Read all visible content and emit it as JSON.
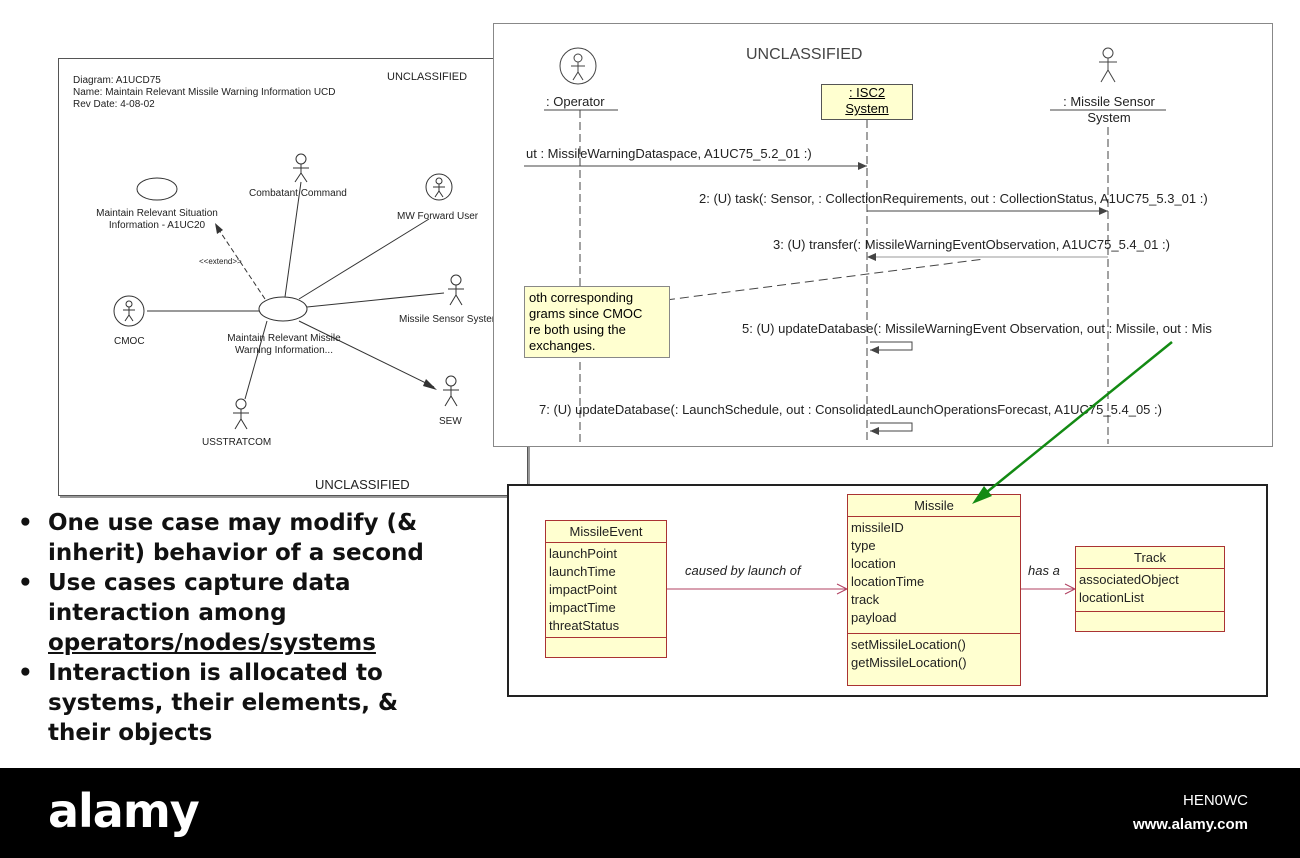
{
  "ucd": {
    "header": [
      "Diagram: A1UCD75",
      "Name: Maintain Relevant Missile Warning Information UCD",
      "Rev Date: 4-08-02"
    ],
    "classification_top": "UNCLASSIFIED",
    "classification_bottom": "UNCLASSIFIED",
    "usecase_situation": [
      "Maintain Relevant Situation",
      "Information - A1UC20"
    ],
    "usecase_main": [
      "Maintain Relevant Missile",
      "Warning Information..."
    ],
    "extend_label": "<<extend>>",
    "actors": {
      "combatant_command": "Combatant Command",
      "mw_forward_user": "MW Forward User",
      "missile_sensor_system": "Missile Sensor System",
      "cmoc": "CMOC",
      "usstratcom": "USSTRATCOM",
      "sew": "SEW"
    }
  },
  "seq": {
    "classification": "UNCLASSIFIED",
    "lifelines": {
      "operator": ": Operator",
      "isc2": [
        ": ISC2",
        "System"
      ],
      "sensor": [
        ": Missile Sensor",
        "System"
      ]
    },
    "messages": [
      "ut : MissileWarningDataspace, A1UC75_5.2_01 :)",
      "2: (U) task(: Sensor, : CollectionRequirements, out : CollectionStatus, A1UC75_5.3_01 :)",
      "3: (U) transfer(: MissileWarningEventObservation, A1UC75_5.4_01 :)",
      "5: (U) updateDatabase(: MissileWarningEvent Observation, out : Missile, out : Mis",
      "7: (U) updateDatabase(: LaunchSchedule, out : ConsolidatedLaunchOperationsForecast, A1UC75_5.4_05 :)"
    ],
    "note": [
      "oth corresponding",
      "grams since CMOC",
      "re both using the",
      "exchanges."
    ]
  },
  "bullets": [
    {
      "lines": [
        "One use case may modify (&",
        "inherit) behavior of a second"
      ]
    },
    {
      "lines": [
        "Use cases capture data",
        "interaction among",
        "operators/nodes/systems"
      ]
    },
    {
      "lines": [
        "Interaction is allocated to",
        "systems, their elements, &",
        "their objects"
      ]
    }
  ],
  "class_diagram": {
    "missile_event": {
      "name": "MissileEvent",
      "attributes": [
        "launchPoint",
        "launchTime",
        "impactPoint",
        "impactTime",
        "threatStatus"
      ]
    },
    "missile": {
      "name": "Missile",
      "attributes": [
        "missileID",
        "type",
        "location",
        "locationTime",
        "track",
        "payload"
      ],
      "operations": [
        "setMissileLocation()",
        "getMissileLocation()"
      ]
    },
    "track": {
      "name": "Track",
      "attributes": [
        "associatedObject",
        "locationList"
      ]
    },
    "assoc_caused": "caused by launch of",
    "assoc_has": "has a"
  },
  "footer": {
    "logo": "alamy",
    "image_id": "HEN0WC",
    "site": "www.alamy.com"
  },
  "colors": {
    "arrow_green": "#138a13",
    "class_fill": "#ffffd0",
    "class_border": "#aa3333",
    "footer_bg": "#000000"
  }
}
